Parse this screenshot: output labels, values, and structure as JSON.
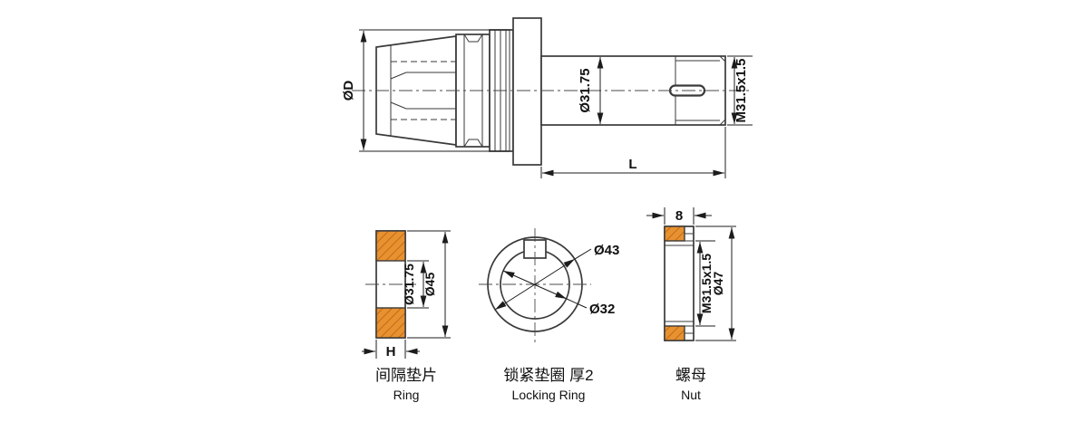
{
  "colors": {
    "outline": "#3a3a3a",
    "dimension": "#1c1c1c",
    "section_fill": "#E8912F",
    "hatch_line": "#B06018",
    "background": "#ffffff"
  },
  "main_view": {
    "dim_d": "ØD",
    "dim_shaft": "Ø31.75",
    "dim_thread": "M31.5x1.5",
    "dim_length": "L"
  },
  "ring": {
    "dim_bore": "Ø31.75",
    "dim_outer": "Ø45",
    "dim_thickness": "H",
    "caption_cn": "间隔垫片",
    "caption_en": "Ring"
  },
  "locking_ring": {
    "dim_outer": "Ø43",
    "dim_bore": "Ø32",
    "caption_cn": "锁紧垫圈 厚2",
    "caption_en": "Locking Ring"
  },
  "nut": {
    "dim_width": "8",
    "dim_thread": "M31.5x1.5",
    "dim_outer": "Ø47",
    "caption_cn": "螺母",
    "caption_en": "Nut"
  }
}
